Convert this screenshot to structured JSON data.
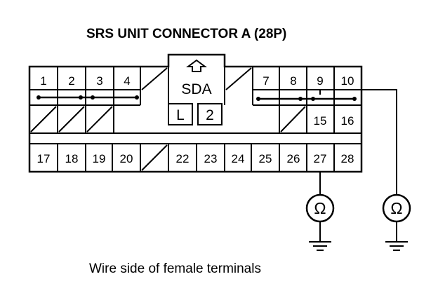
{
  "title": "SRS UNIT CONNECTOR A (28P)",
  "caption": "Wire side of female terminals",
  "connector": {
    "code": "SDA",
    "lock_marks": [
      "L",
      "2"
    ]
  },
  "pins": {
    "p1": "1",
    "p2": "2",
    "p3": "3",
    "p4": "4",
    "p7": "7",
    "p8": "8",
    "p9": "9",
    "p10": "10",
    "p15": "15",
    "p16": "16",
    "p17": "17",
    "p18": "18",
    "p19": "19",
    "p20": "20",
    "p22": "22",
    "p23": "23",
    "p24": "24",
    "p25": "25",
    "p26": "26",
    "p27": "27",
    "p28": "28"
  },
  "meters": {
    "left_symbol": "Ω",
    "right_symbol": "Ω"
  },
  "icons": [
    "up-arrow-icon",
    "ohmmeter-icon",
    "ground-icon",
    "shorting-bar-icon"
  ]
}
